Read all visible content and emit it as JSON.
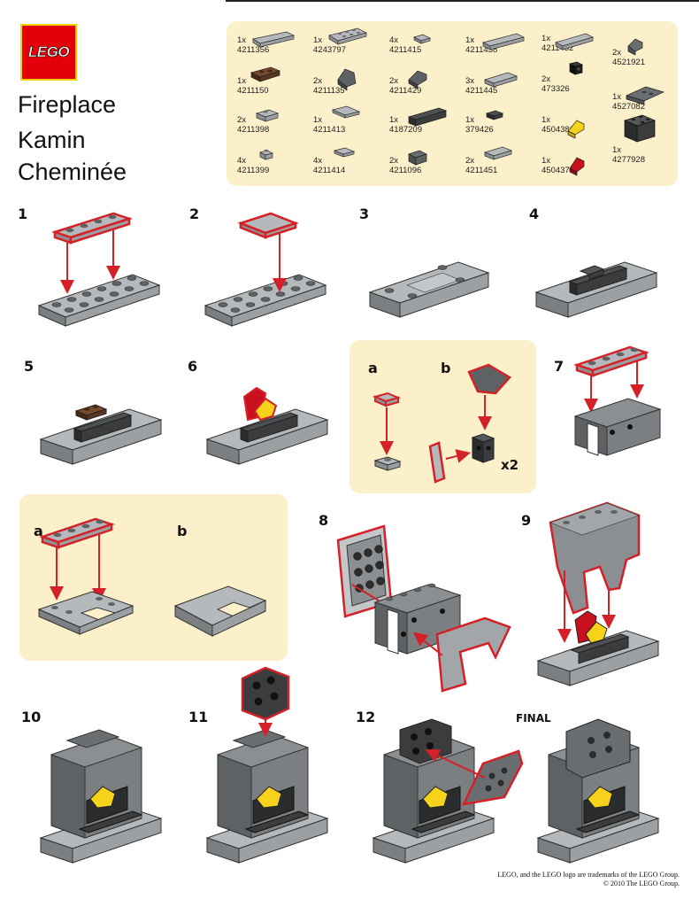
{
  "logo": {
    "text": "LEGO"
  },
  "titles": [
    "Fireplace",
    "Kamin",
    "Cheminée"
  ],
  "parts": [
    {
      "qty": "1x",
      "id": "4211356",
      "color": "#a3a6a8"
    },
    {
      "qty": "1x",
      "id": "4211150",
      "color": "#5b3520"
    },
    {
      "qty": "2x",
      "id": "4211398",
      "color": "#a3a6a8"
    },
    {
      "qty": "4x",
      "id": "4211399",
      "color": "#a3a6a8"
    },
    {
      "qty": "1x",
      "id": "4243797",
      "color": "#a3a6a8"
    },
    {
      "qty": "2x",
      "id": "4211135",
      "color": "#6b6e70"
    },
    {
      "qty": "1x",
      "id": "4211413",
      "color": "#a3a6a8"
    },
    {
      "qty": "4x",
      "id": "4211414",
      "color": "#a3a6a8"
    },
    {
      "qty": "4x",
      "id": "4211415",
      "color": "#a3a6a8"
    },
    {
      "qty": "2x",
      "id": "4211429",
      "color": "#6b6e70"
    },
    {
      "qty": "1x",
      "id": "4187209",
      "color": "#3a3c3d"
    },
    {
      "qty": "2x",
      "id": "4211096",
      "color": "#6b6e70"
    },
    {
      "qty": "1x",
      "id": "4211438",
      "color": "#a3a6a8"
    },
    {
      "qty": "3x",
      "id": "4211445",
      "color": "#a3a6a8"
    },
    {
      "qty": "1x",
      "id": "379426",
      "color": "#3a3c3d"
    },
    {
      "qty": "2x",
      "id": "4211451",
      "color": "#a3a6a8"
    },
    {
      "qty": "1x",
      "id": "4211452",
      "color": "#a3a6a8"
    },
    {
      "qty": "2x",
      "id": "473326",
      "color": "#1e1e1e"
    },
    {
      "qty": "1x",
      "id": "4504381",
      "color": "#f6d31a"
    },
    {
      "qty": "1x",
      "id": "4504379",
      "color": "#c8101e"
    },
    {
      "qty": "2x",
      "id": "4521921",
      "color": "#6b6e70"
    },
    {
      "qty": "1x",
      "id": "4527082",
      "color": "#6b6e70"
    },
    {
      "qty": "1x",
      "id": "4277928",
      "color": "#3a3c3d"
    }
  ],
  "steps": [
    "1",
    "2",
    "3",
    "4",
    "5",
    "6",
    "7",
    "8",
    "9",
    "10",
    "11",
    "12"
  ],
  "substeps": {
    "a1": "a",
    "b1": "b",
    "a2": "a",
    "b2": "b"
  },
  "multiplier": "x2",
  "final_label": "FINAL",
  "legal": {
    "line1": "LEGO, and the LEGO logo are trademarks of the LEGO Group.",
    "line2": "© 2010 The LEGO Group."
  },
  "colors": {
    "highlight": "#d42127",
    "panel": "#fbf0c9",
    "light_gray": "#a3a6a8",
    "dark_gray": "#5f6264",
    "flame_yellow": "#f6d31a",
    "flame_red": "#c8101e",
    "brown": "#5b3520"
  }
}
